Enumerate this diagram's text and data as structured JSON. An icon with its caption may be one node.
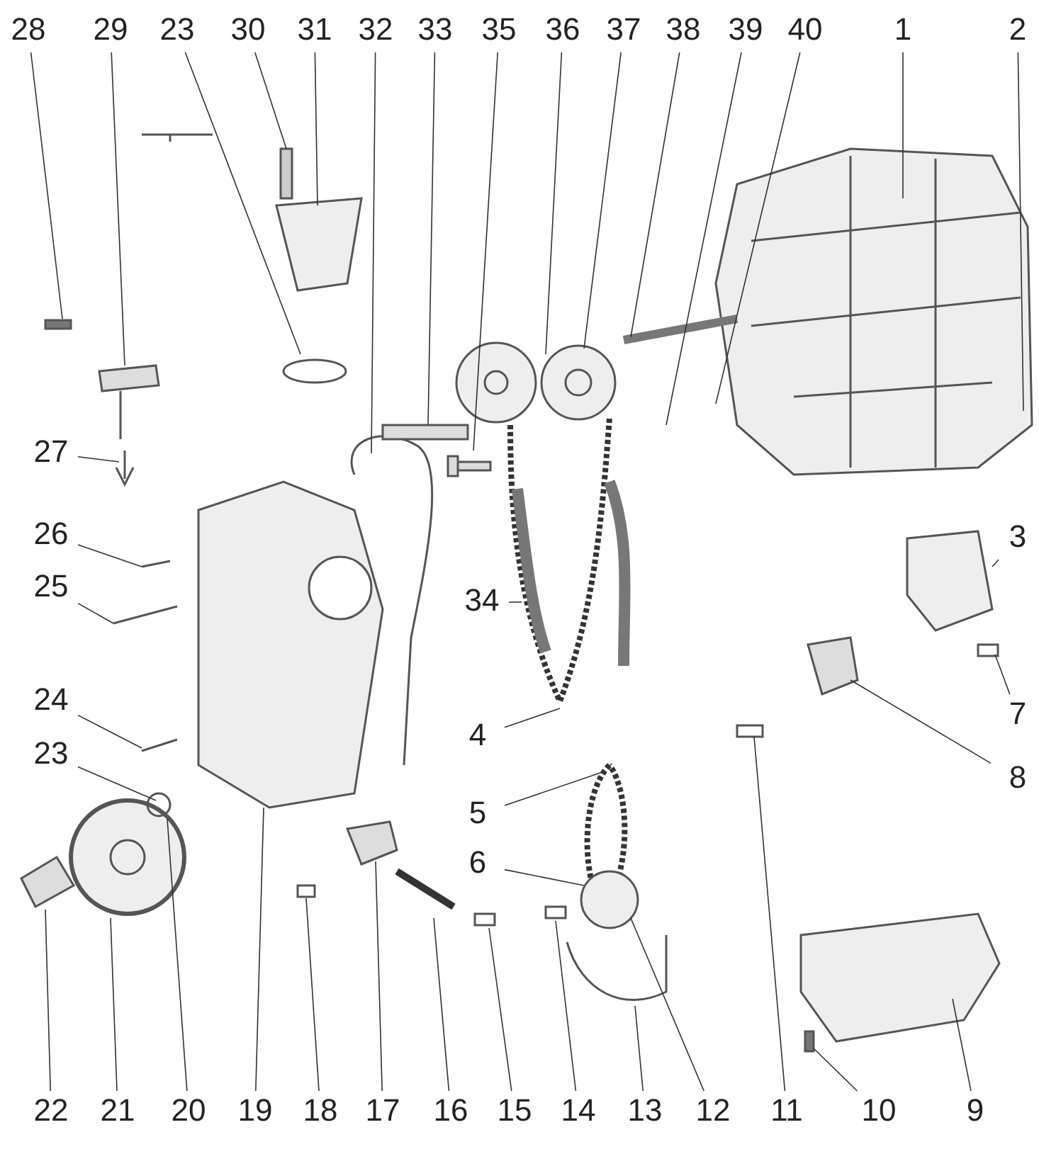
{
  "diagram": {
    "nodes": [
      {
        "text": [
          "28"
        ]
      },
      {
        "text": [
          "29"
        ]
      },
      {
        "text": [
          "23"
        ]
      },
      {
        "text": [
          "30"
        ]
      },
      {
        "text": [
          "31"
        ]
      },
      {
        "text": [
          "32"
        ]
      },
      {
        "text": [
          "33"
        ]
      },
      {
        "text": [
          "35"
        ]
      },
      {
        "text": [
          "36"
        ]
      },
      {
        "text": [
          "37"
        ]
      },
      {
        "text": [
          "38"
        ]
      },
      {
        "text": [
          "39"
        ]
      },
      {
        "text": [
          "40"
        ]
      },
      {
        "text": [
          "1"
        ]
      },
      {
        "text": [
          "2"
        ]
      },
      {
        "text": [
          "27"
        ]
      },
      {
        "text": [
          "26"
        ]
      },
      {
        "text": [
          "25"
        ]
      },
      {
        "text": [
          "24"
        ]
      },
      {
        "text": [
          "23"
        ]
      },
      {
        "text": [
          "34"
        ]
      },
      {
        "text": [
          "3"
        ]
      },
      {
        "text": [
          "7"
        ]
      },
      {
        "text": [
          "8"
        ]
      },
      {
        "text": [
          "4"
        ]
      },
      {
        "text": [
          "5"
        ]
      },
      {
        "text": [
          "6"
        ]
      },
      {
        "text": [
          "22"
        ]
      },
      {
        "text": [
          "21"
        ]
      },
      {
        "text": [
          "20"
        ]
      },
      {
        "text": [
          "19"
        ]
      },
      {
        "text": [
          "18"
        ]
      },
      {
        "text": [
          "17"
        ]
      },
      {
        "text": [
          "16"
        ]
      },
      {
        "text": [
          "15"
        ]
      },
      {
        "text": [
          "14"
        ]
      },
      {
        "text": [
          "13"
        ]
      },
      {
        "text": [
          "12"
        ]
      },
      {
        "text": [
          "11"
        ]
      },
      {
        "text": [
          "10"
        ]
      },
      {
        "text": [
          "9"
        ]
      }
    ],
    "edges": [
      {
        "from": 0,
        "to": null,
        "arrow": "none"
      },
      {
        "from": 1,
        "to": null,
        "arrow": "none"
      },
      {
        "from": 2,
        "to": null,
        "arrow": "none"
      },
      {
        "from": 3,
        "to": null,
        "arrow": "none"
      },
      {
        "from": 4,
        "to": null,
        "arrow": "none"
      },
      {
        "from": 5,
        "to": null,
        "arrow": "none"
      },
      {
        "from": 6,
        "to": null,
        "arrow": "none"
      },
      {
        "from": 7,
        "to": null,
        "arrow": "none"
      },
      {
        "from": 8,
        "to": null,
        "arrow": "none"
      },
      {
        "from": 9,
        "to": null,
        "arrow": "none"
      },
      {
        "from": 10,
        "to": null,
        "arrow": "none"
      },
      {
        "from": 11,
        "to": null,
        "arrow": "none"
      },
      {
        "from": 12,
        "to": null,
        "arrow": "none"
      },
      {
        "from": 13,
        "to": null,
        "arrow": "none"
      },
      {
        "from": 14,
        "to": null,
        "arrow": "none"
      },
      {
        "from": 15,
        "to": null,
        "arrow": "none"
      },
      {
        "from": 16,
        "to": null,
        "arrow": "none"
      },
      {
        "from": 17,
        "to": null,
        "arrow": "none"
      },
      {
        "from": 18,
        "to": null,
        "arrow": "none"
      },
      {
        "from": 19,
        "to": null,
        "arrow": "none"
      },
      {
        "from": 20,
        "to": null,
        "arrow": "none"
      },
      {
        "from": 21,
        "to": null,
        "arrow": "none"
      },
      {
        "from": 22,
        "to": null,
        "arrow": "none"
      },
      {
        "from": 23,
        "to": null,
        "arrow": "none"
      },
      {
        "from": 24,
        "to": null,
        "arrow": "none"
      },
      {
        "from": 25,
        "to": null,
        "arrow": "none"
      },
      {
        "from": 26,
        "to": null,
        "arrow": "none"
      },
      {
        "from": 27,
        "to": null,
        "arrow": "none"
      },
      {
        "from": 28,
        "to": null,
        "arrow": "none"
      },
      {
        "from": 29,
        "to": null,
        "arrow": "none"
      },
      {
        "from": 30,
        "to": null,
        "arrow": "none"
      },
      {
        "from": 31,
        "to": null,
        "arrow": "none"
      },
      {
        "from": 32,
        "to": null,
        "arrow": "none"
      },
      {
        "from": 33,
        "to": null,
        "arrow": "none"
      },
      {
        "from": 34,
        "to": null,
        "arrow": "none"
      },
      {
        "from": 35,
        "to": null,
        "arrow": "none"
      },
      {
        "from": 36,
        "to": null,
        "arrow": "none"
      },
      {
        "from": 37,
        "to": null,
        "arrow": "none"
      },
      {
        "from": 38,
        "to": null,
        "arrow": "none"
      },
      {
        "from": 39,
        "to": null,
        "arrow": "none"
      },
      {
        "from": 40,
        "to": null,
        "arrow": "none"
      }
    ]
  }
}
